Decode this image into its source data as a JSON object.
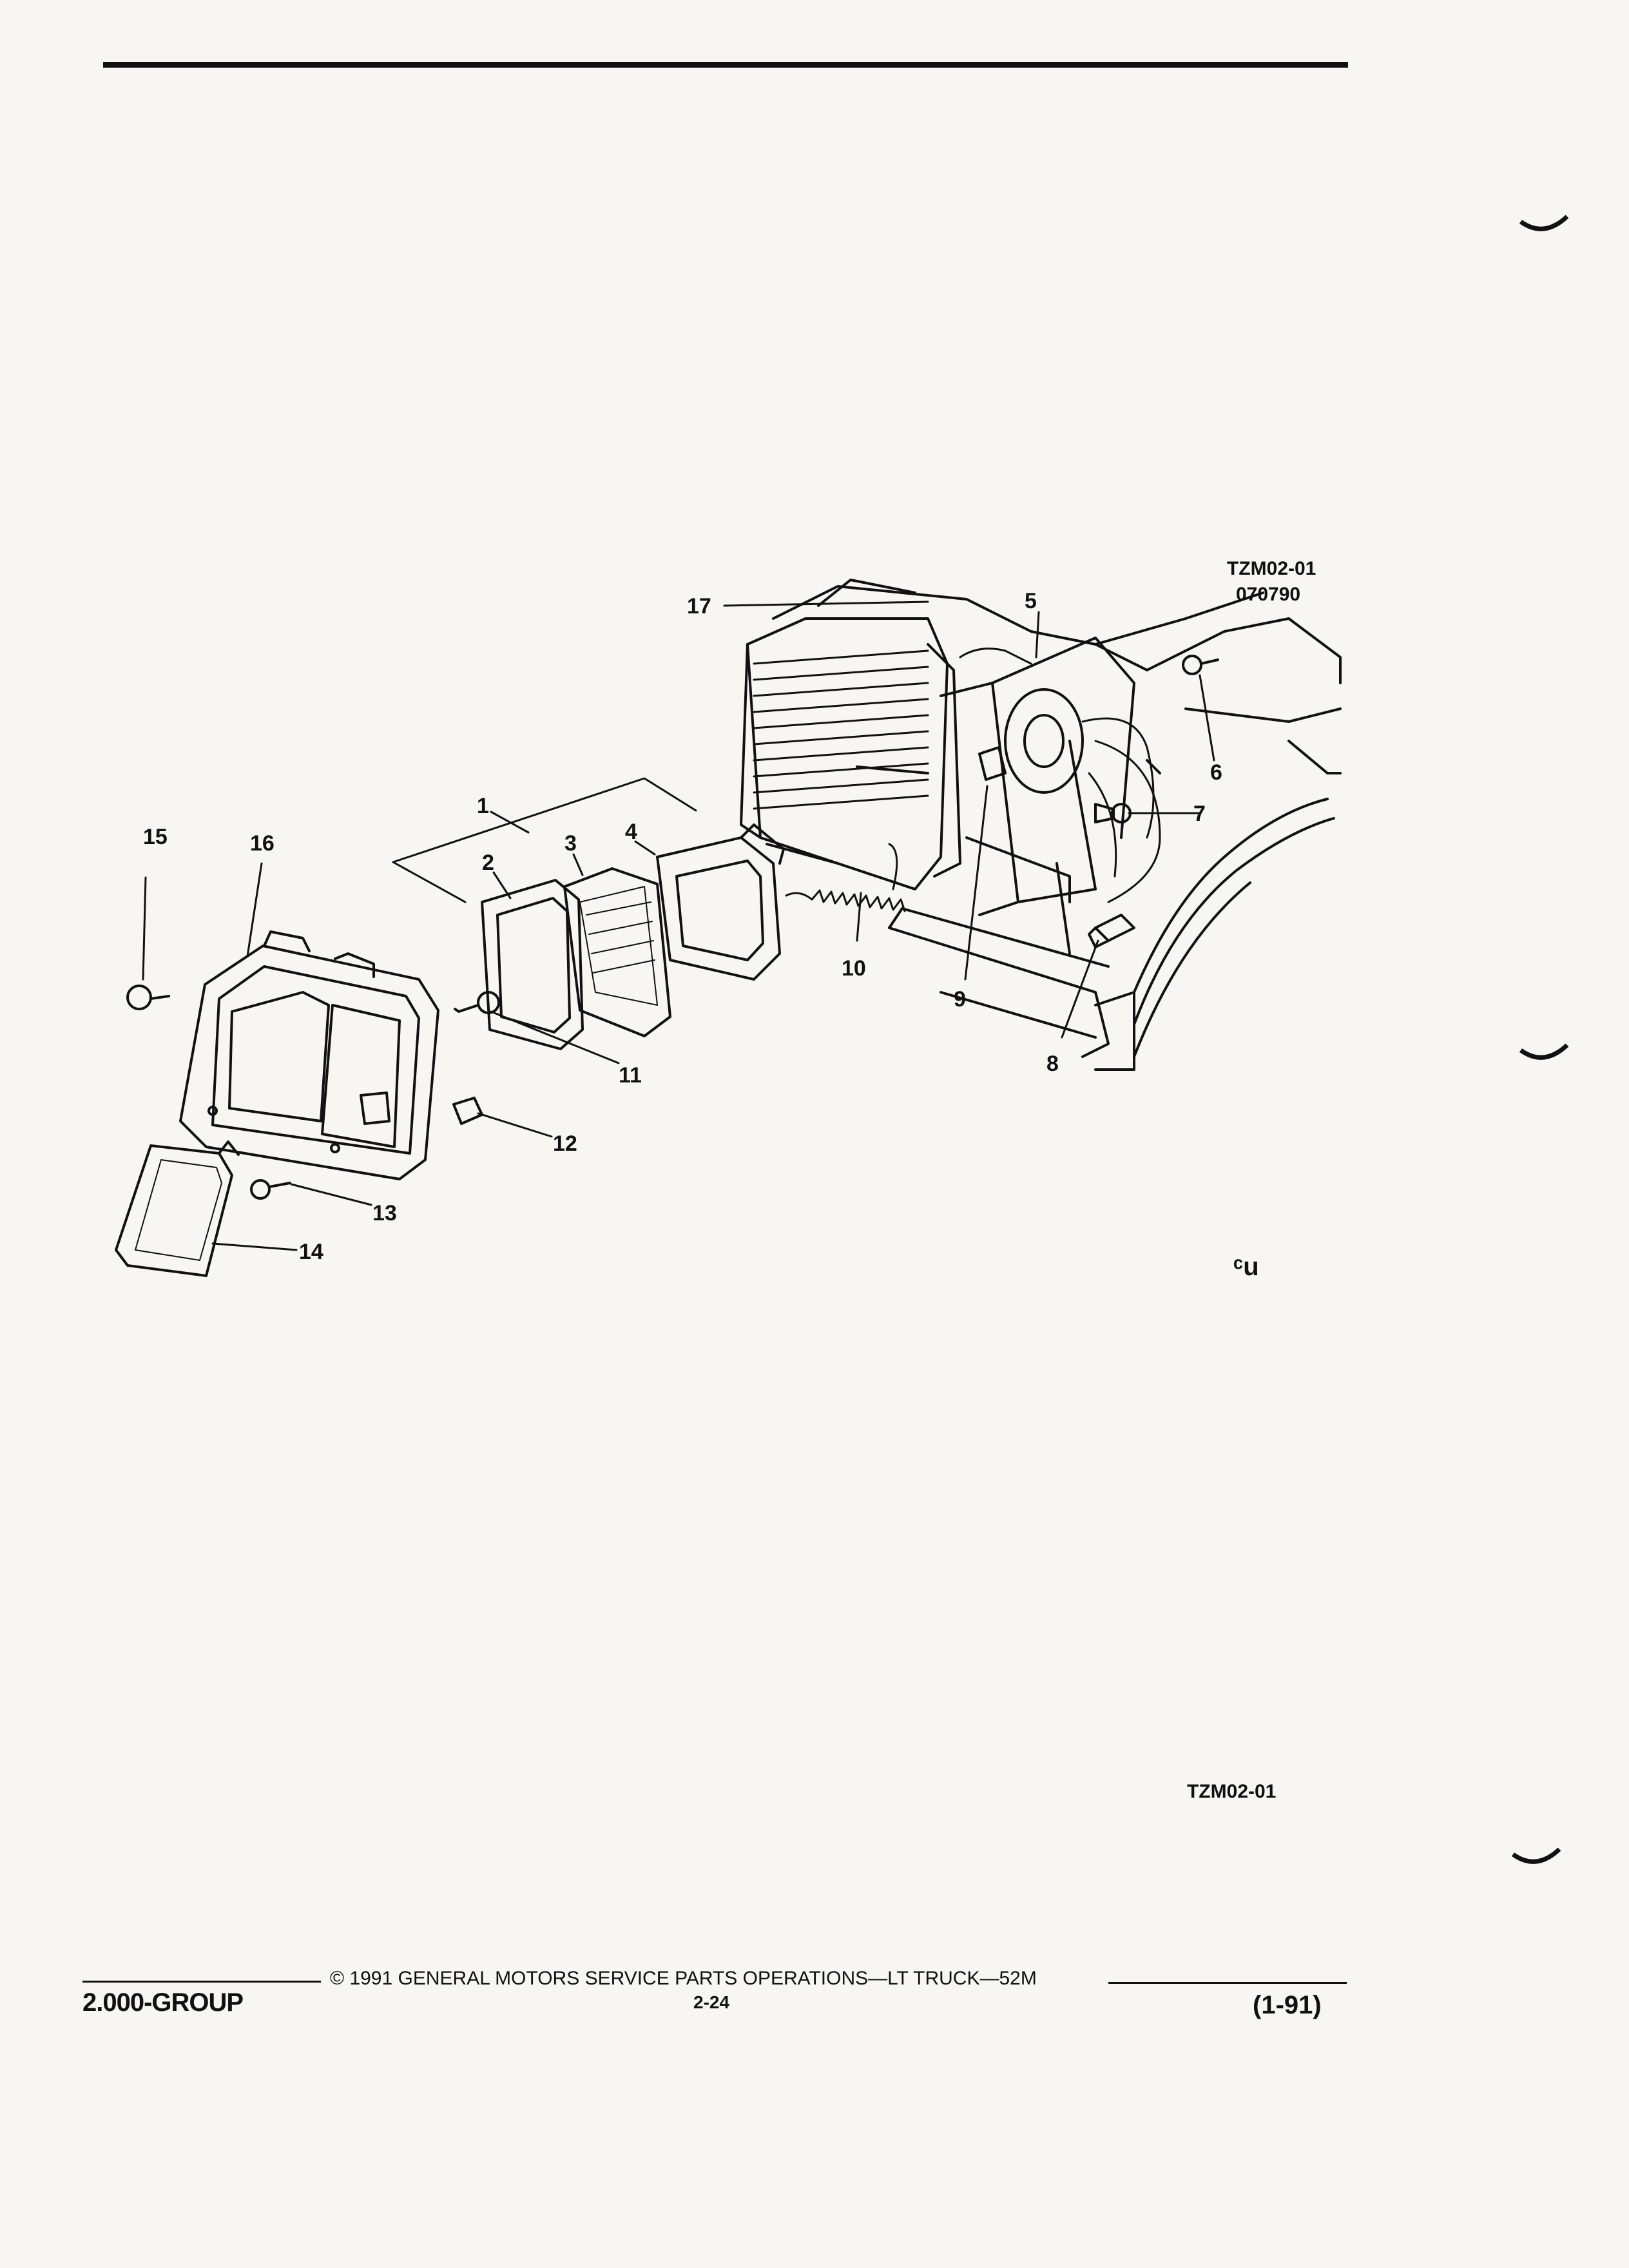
{
  "figure": {
    "code": "TZM02-01",
    "date_code": "070790",
    "callouts": [
      "1",
      "2",
      "3",
      "4",
      "5",
      "6",
      "7",
      "8",
      "9",
      "10",
      "11",
      "12",
      "13",
      "14",
      "15",
      "16",
      "17"
    ]
  },
  "bottom_code": "TZM02-01",
  "logo_mark": "ᶜu",
  "footer": {
    "group": "2.000-GROUP",
    "copyright": "© 1991 GENERAL MOTORS SERVICE PARTS OPERATIONS—LT TRUCK—52M",
    "page": "2-24",
    "date": "(1-91)"
  }
}
